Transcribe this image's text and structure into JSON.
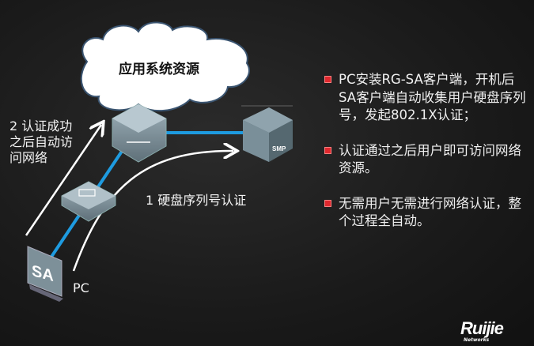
{
  "cloud_label": "应用系统资源",
  "step2_label": [
    "2 认证成功",
    "之后自动访",
    "问网络"
  ],
  "step1_label": "1 硬盘序列号认证",
  "pc_label": "PC",
  "pc_screen_text": "SA",
  "server_label": "SMP",
  "bullets": [
    "PC安装RG-SA客户端，开机后SA客户端自动收集用户硬盘序列号，发起802.1X认证；",
    "认证通过之后用户即可访问网络资源。",
    "无需用户无需进行网络认证，整个过程全自动。"
  ],
  "logo": {
    "name": "Ruijie",
    "sub": "Networks"
  },
  "colors": {
    "link": "#1e9be0",
    "bullet": "#e0282e"
  }
}
